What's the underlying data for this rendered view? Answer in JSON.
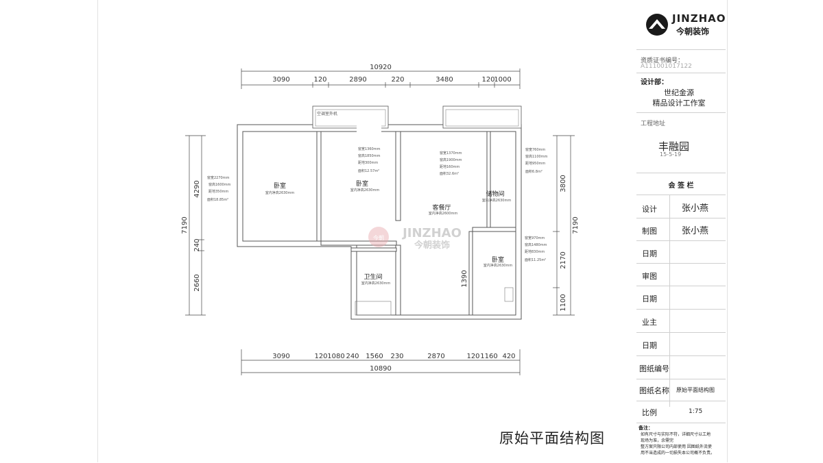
{
  "plan_title": "原始平面结构图",
  "brand": {
    "name_en": "JINZHAO",
    "name_cn": "今朝装饰"
  },
  "dims": {
    "top_total": "10920",
    "top": [
      "3090",
      "120",
      "2890",
      "220",
      "3480",
      "120",
      "1000"
    ],
    "bottom_total": "10890",
    "bottom": [
      "3090",
      "120",
      "1080",
      "240",
      "1560",
      "230",
      "2870",
      "120",
      "1160",
      "420"
    ],
    "left_total": "7190",
    "left": [
      "4290",
      "240",
      "2660"
    ],
    "right_total": "7190",
    "right": [
      "3800",
      "2170",
      "1100"
    ],
    "inner_vertical": "1390"
  },
  "rooms": {
    "bedroom_left": {
      "name": "卧室",
      "note": "室内净高2630mm",
      "specs": [
        "窗宽2270mm",
        "窗高1600mm",
        "距地350mm",
        "面积18.85m²"
      ]
    },
    "bedroom_mid": {
      "name": "卧室",
      "note": "室内净高2630mm",
      "specs": [
        "窗宽1360mm",
        "窗高1850mm",
        "距地300mm",
        "面积12.57m²"
      ]
    },
    "living": {
      "name": "客餐厅",
      "note": "室内净高2600mm",
      "specs": [
        "窗宽1370mm",
        "窗高1900mm",
        "距地160mm",
        "面积32.6m²"
      ]
    },
    "storage": {
      "name": "储物间",
      "note": "室内净高2630mm",
      "specs": [
        "窗宽760mm",
        "窗高1100mm",
        "距地950mm",
        "面积6.8m²"
      ]
    },
    "bathroom": {
      "name": "卫生间",
      "note": "室内净高2630mm"
    },
    "bedroom_right": {
      "name": "卧室",
      "note": "室内净高2630mm",
      "specs": [
        "窗宽970mm",
        "窗高1480mm",
        "距地830mm",
        "面积11.25m²"
      ]
    },
    "ac_unit": "空调室外机"
  },
  "title_block": {
    "cert_label": "资质证书编号：",
    "cert_value": "A111001017122",
    "design_dept_label": "设计部：",
    "design_dept": [
      "世纪金源",
      "精品设计工作室"
    ],
    "project_label": "工程地址",
    "project_name": "丰融园",
    "project_no": "15-5-19",
    "signoff_header": "会 签 栏",
    "rows": [
      {
        "label": "设计",
        "value": "张小燕"
      },
      {
        "label": "制图",
        "value": "张小燕"
      },
      {
        "label": "日期",
        "value": ""
      },
      {
        "label": "审图",
        "value": ""
      },
      {
        "label": "日期",
        "value": ""
      },
      {
        "label": "业主",
        "value": ""
      },
      {
        "label": "日期",
        "value": ""
      },
      {
        "label": "图纸编号",
        "value": ""
      },
      {
        "label": "图纸名称",
        "value": "原始平面结构图"
      },
      {
        "label": "比例",
        "value": "1:75"
      }
    ],
    "notes_label": "备注：",
    "notes": [
      "如有尺寸与实际不符，详细尺寸以工地",
      "现场为准，余需完",
      "整方案只限公司内部使用 因图纸外流使",
      "用不当造成的一切损失本公司概不负责。"
    ]
  }
}
